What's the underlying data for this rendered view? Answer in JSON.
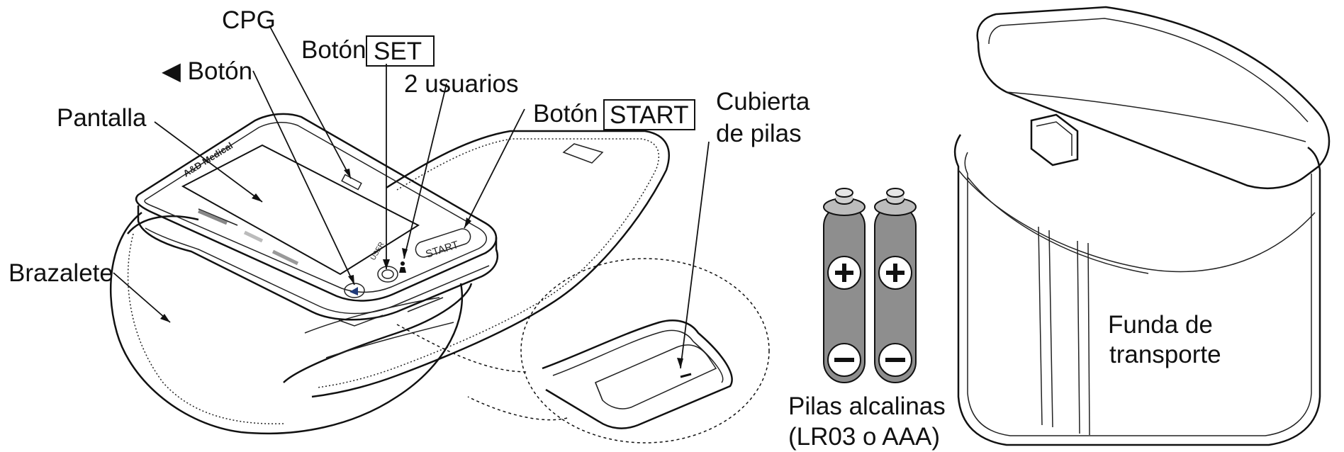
{
  "labels": {
    "cpg": "CPG",
    "set_prefix": "Botón",
    "set_key": "SET",
    "left_button": "◀ Botón",
    "two_users": "2 usuarios",
    "start_prefix": "Botón",
    "start_key": "START",
    "screen": "Pantalla",
    "cuff": "Brazalete",
    "battery_cover_line1": "Cubierta",
    "battery_cover_line2": "de pilas",
    "batteries_line1": "Pilas alcalinas",
    "batteries_line2": "(LR03 o AAA)",
    "case_line1": "Funda de",
    "case_line2": "transporte"
  },
  "device": {
    "brand": "A&D Medical",
    "start_button": "START",
    "user_label": "USER"
  }
}
